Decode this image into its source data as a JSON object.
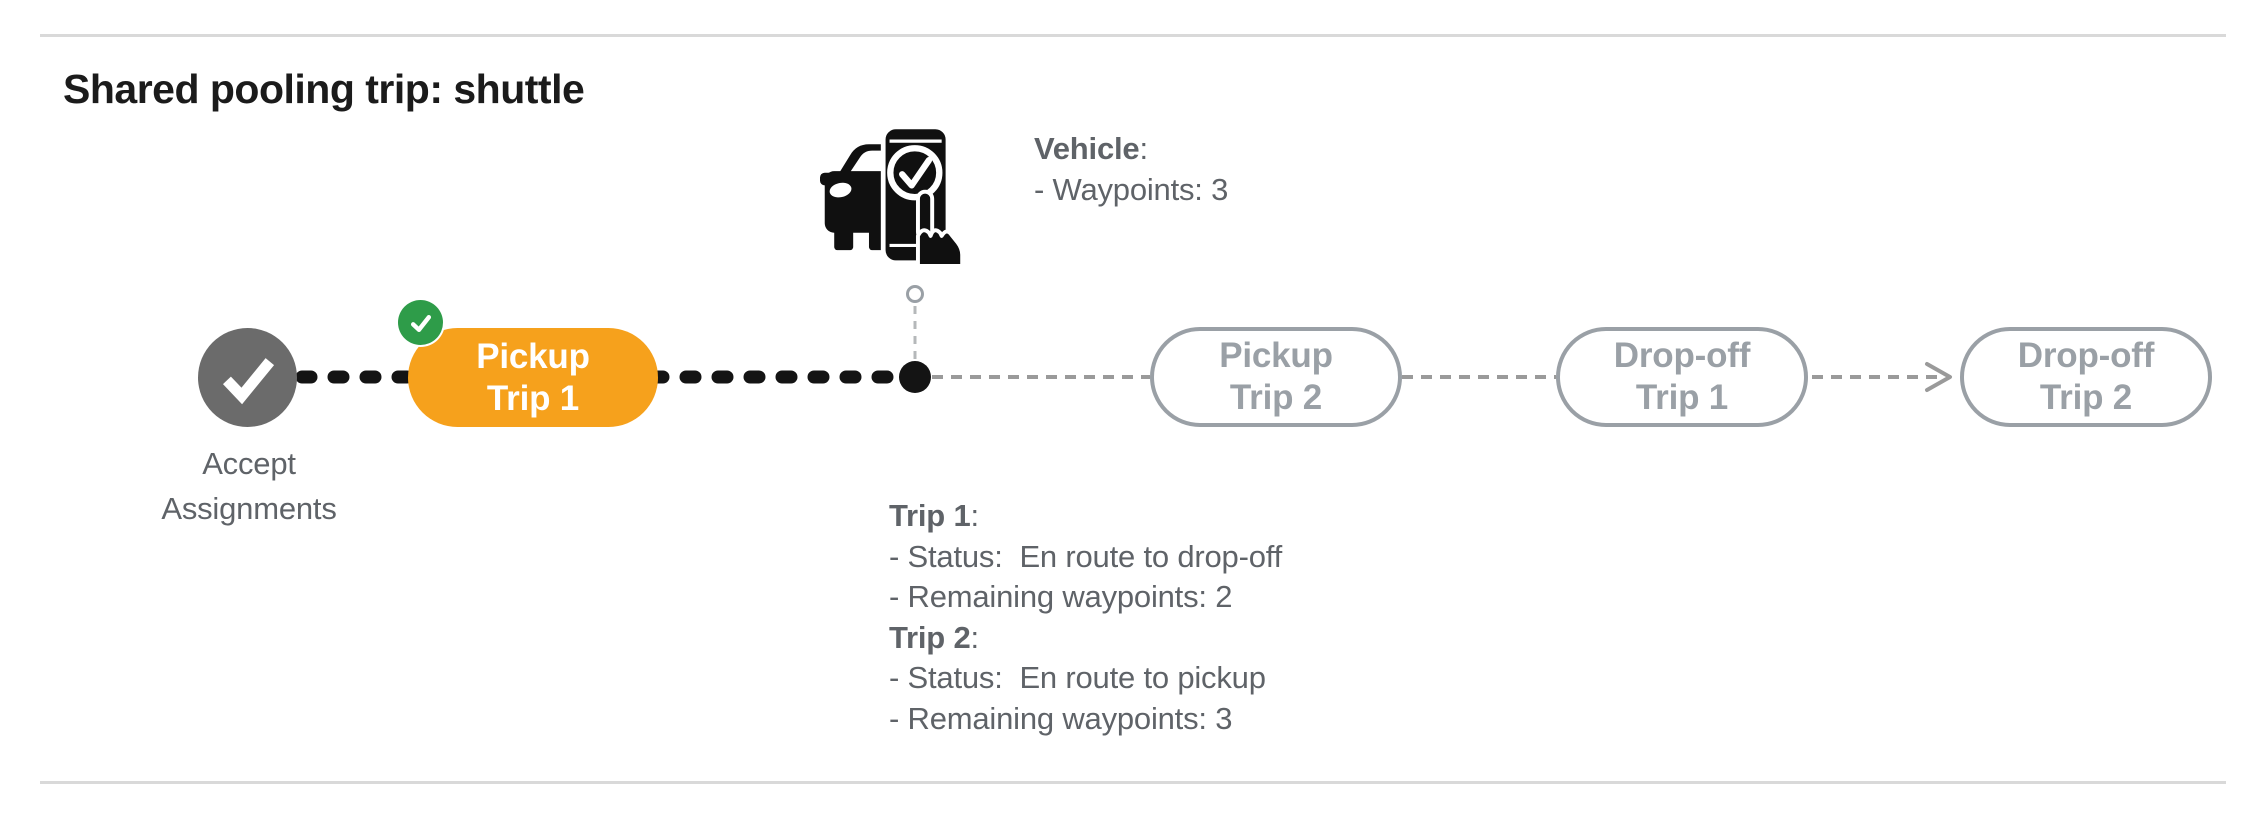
{
  "title": "Shared pooling trip: shuttle",
  "punct": {
    "colon": ":"
  },
  "colors": {
    "title_text": "#1b1b1b",
    "body_text_gray": "#5f6368",
    "inactive_gray": "#9aa0a6",
    "active_orange": "#f6a11c",
    "success_green": "#2e9c49",
    "done_node_gray": "#6b6b6b",
    "connector_black": "#141414",
    "connector_gray": "#9a9a9a",
    "divider_gray": "#d9d9d9"
  },
  "icons": {
    "vehicle": "vehicle-phone-check-icon",
    "start_node": "check-icon",
    "completed_badge": "check-icon"
  },
  "vehicle_info": {
    "label": "Vehicle",
    "waypoints_line": "- Waypoints: 3"
  },
  "timeline": {
    "start": {
      "line1": "Accept",
      "line2": "Assignments"
    },
    "nodes": [
      {
        "line1": "Pickup",
        "line2": "Trip 1",
        "state": "active"
      },
      {
        "line1": "Pickup",
        "line2": "Trip 2",
        "state": "upcoming"
      },
      {
        "line1": "Drop-off",
        "line2": "Trip 1",
        "state": "upcoming"
      },
      {
        "line1": "Drop-off",
        "line2": "Trip 2",
        "state": "upcoming"
      }
    ]
  },
  "trip_status": [
    {
      "label": "Trip 1",
      "lines": [
        "- Status:  En route to drop-off",
        "- Remaining waypoints: 2"
      ]
    },
    {
      "label": "Trip 2",
      "lines": [
        "- Status:  En route to pickup",
        "- Remaining waypoints: 3"
      ]
    }
  ]
}
